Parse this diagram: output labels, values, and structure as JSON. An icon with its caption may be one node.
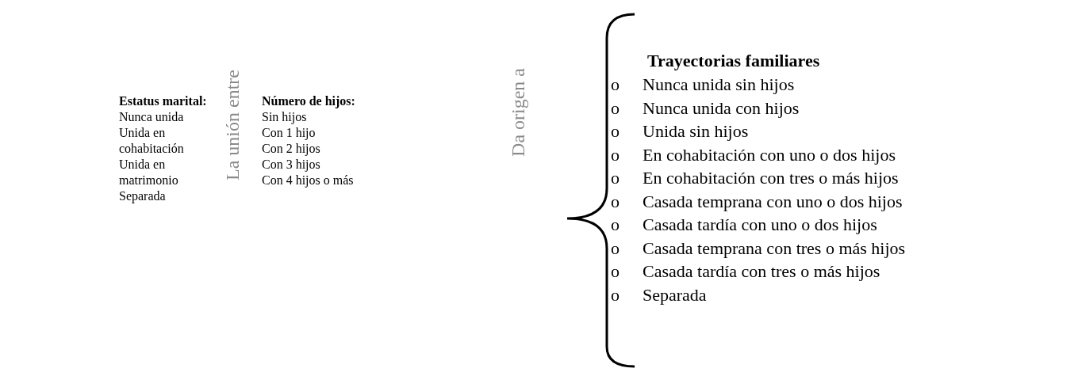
{
  "diagram": {
    "labels": [
      "Estatus marital:",
      "Nunca unida",
      "Unida en cohabitación",
      "Unida en matrimonio",
      "Separada",
      "La unión entre",
      "Número de hijos:",
      "Sin hijos",
      "Con 1 hijo",
      "Con 2 hijos",
      "Con 3 hijos",
      "Con 4 hijos o más",
      "Da origen a",
      "Trayectorias familiares",
      "o",
      "Nunca unida sin hijos",
      "o",
      "Nunca unida con hijos",
      "o",
      "Unida sin hijos",
      "o",
      "En cohabitación con uno o dos hijos",
      "o",
      "En cohabitación con tres o más hijos",
      "o",
      "Casada temprana con uno o dos hijos",
      "o",
      "Casada tardía con uno o dos hijos",
      "o",
      "Casada temprana con tres o más hijos",
      "o",
      "Casada tardía con tres o más hijos",
      "o",
      "Separada"
    ]
  }
}
